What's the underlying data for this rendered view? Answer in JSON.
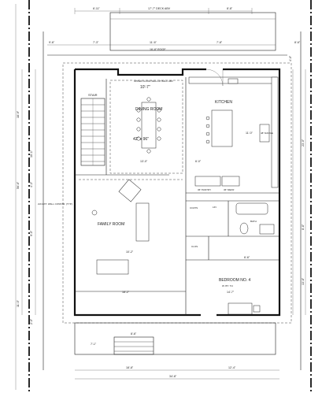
{
  "labels": {
    "deck_dim": "17'-7\" DECK ABV",
    "roof": "16'-8\" ROOF",
    "upper_floor_wall": "UPPER FLOOR WALL AT BALC ABV",
    "dining": "DINING ROOM",
    "stair": "STAIR",
    "kitchen": "KITCHEN",
    "table": "42\" x 96\"",
    "range": "48\" RANGE",
    "coats": "COATS",
    "lin": "LIN",
    "bath": "BATH",
    "family": "FAMILY ROOM",
    "clos": "CLOS",
    "bedroom": "BEDROOM NO. 4",
    "bedroom_sub": "W. BT. 7/4",
    "pantry": "36\" PANTRY",
    "refer": "36\" REFR",
    "cut_wall": "2x6 EXT. WALL CONSTR. (TYP.)",
    "ceil_dining": "10'-7\"",
    "ceil_family": "10'-2\""
  },
  "dims": {
    "top_a": "6'-11\"",
    "top_b": "8'-8\"",
    "top2_a": "7'-3\"",
    "top2_b": "11'-6\"",
    "top2_c": "7'-8\"",
    "top_left": "9'-6\"",
    "top_right": "8'-6\"",
    "bot_a": "18'-8\"",
    "bot_b": "12'-4\"",
    "bot_total": "34'-8\"",
    "bot2_a": "7'-1\"",
    "bot2_b": "8'-6\"",
    "left_a": "18'-9\"",
    "left_b": "4'-3\"",
    "left_c": "10'-1\"",
    "left_d": "2'-0\"",
    "left_e": "9'-0\"",
    "left_f": "11'-0\"",
    "left_total": "56'-6\"",
    "right_a": "23'-0\"",
    "right_b": "8'-8\"",
    "right_c": "13'-8\"",
    "right_d": "4'-0\"",
    "room_dining_w": "13'-0\"",
    "room_family_w": "18'-2\"",
    "room_kitchen_w": "6'-0\"",
    "room_kitchen_h": "11'-0\"",
    "room_bed_w": "14'-7\"",
    "room_bath": "6'-6\""
  }
}
